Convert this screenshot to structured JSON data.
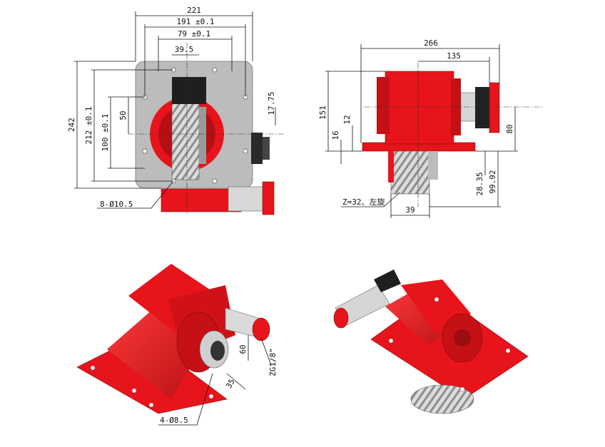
{
  "colors": {
    "housing": "#e8141b",
    "housing_dark": "#9a0c10",
    "plate": "#bdbdbd",
    "steel": "#d9d9d9",
    "black": "#1a1a1a"
  },
  "front_view": {
    "width_overall": "221",
    "width_holes": "191 ±0.1",
    "width_inner": "79 ±0.1",
    "width_gear": "39.5",
    "height_overall": "242",
    "height_holes": "212 ±0.1",
    "height_inner": "100 ±0.1",
    "height_small": "50",
    "height_right": "17.75",
    "holes_note": "8-Ø10.5"
  },
  "side_view": {
    "length_overall": "266",
    "length_partial": "135",
    "height_left": "151",
    "height_12": "12",
    "height_16": "16",
    "height_80": "80",
    "depth_28": "28.35",
    "depth_99": "99.92",
    "gear_width": "39",
    "gear_note": "Z=32、左旋"
  },
  "iso_left": {
    "dim_60": "60",
    "dim_35": "35",
    "thread_note": "ZG1/8\"",
    "holes_note": "4-Ø8.5"
  }
}
